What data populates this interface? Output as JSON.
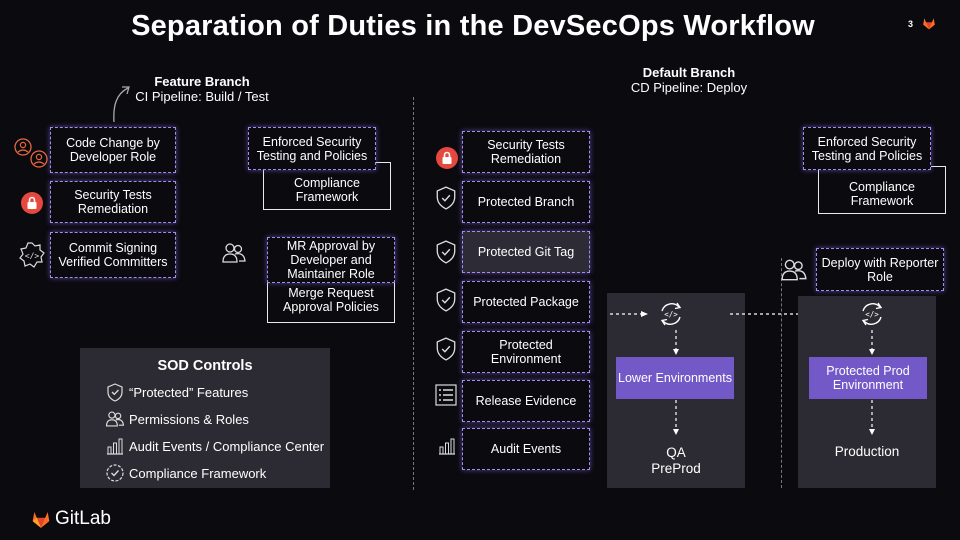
{
  "slide": {
    "title": "Separation of Duties in the DevSecOps Workflow",
    "page_number": "3",
    "brand": "GitLab"
  },
  "feature_branch": {
    "heading": "Feature Branch",
    "subheading": "CI Pipeline: Build / Test",
    "left_boxes": [
      "Code Change by Developer Role",
      "Security Tests Remediation",
      "Commit Signing Verified Committers"
    ],
    "enforced_testing": "Enforced Security Testing and Policies",
    "compliance_framework": "Compliance Framework",
    "mr_approval": "MR Approval by Developer and Maintainer Role",
    "merge_request_policies": "Merge Request Approval Policies"
  },
  "sod_controls": {
    "title": "SOD Controls",
    "items": [
      "“Protected” Features",
      "Permissions & Roles",
      "Audit Events / Compliance Center",
      "Compliance Framework"
    ]
  },
  "default_branch": {
    "heading": "Default Branch",
    "subheading": "CD Pipeline: Deploy",
    "controls": [
      "Security Tests Remediation",
      "Protected Branch",
      "Protected Git Tag",
      "Protected Package",
      "Protected Environment",
      "Release Evidence",
      "Audit Events"
    ],
    "lower_env": "Lower Environments",
    "qa_label_1": "QA",
    "qa_label_2": "PreProd",
    "enforced_testing": "Enforced Security Testing and Policies",
    "compliance_framework": "Compliance Framework",
    "deploy_reporter": "Deploy with Reporter Role",
    "prod_env": "Protected Prod Environment",
    "production_label": "Production"
  },
  "colors": {
    "accent": "#7259c7",
    "dash": "#a58cf0",
    "lock": "#e5483e",
    "gitlab": "#fc6d26"
  },
  "icons": [
    "developer-roles-icon",
    "lock-icon",
    "code-gear-icon",
    "users-icon",
    "shield-check-icon",
    "list-icon",
    "audit-chart-icon",
    "pipeline-cycle-icon",
    "gitlab-logo-icon"
  ]
}
